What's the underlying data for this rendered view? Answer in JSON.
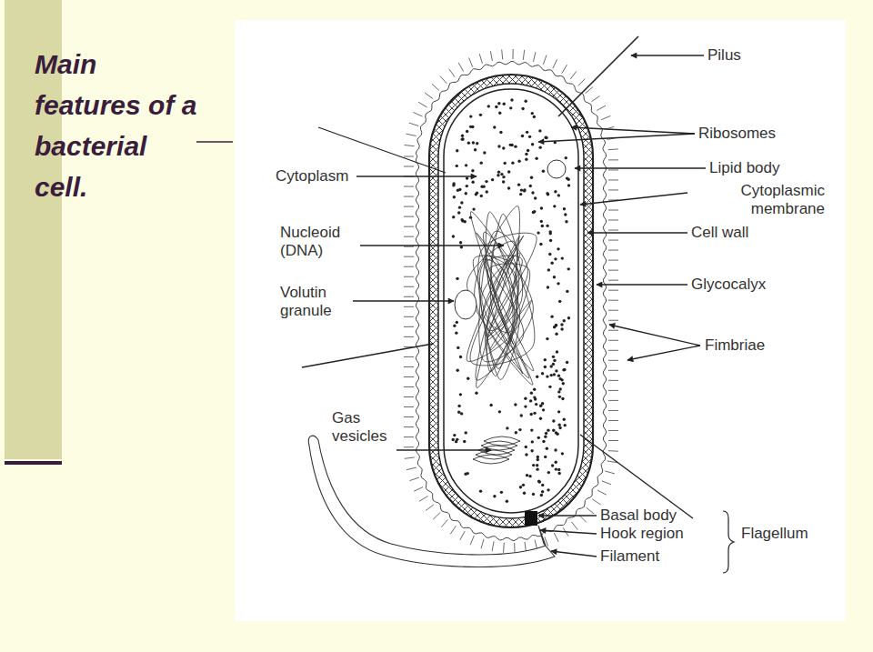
{
  "diagram": {
    "title": "Main features of a bacterial cell.",
    "labels": [
      "Pilus",
      "Ribosomes",
      "Lipid body",
      "Cytoplasmic membrane",
      "Cell wall",
      "Glycocalyx",
      "Fimbriae",
      "Cytoplasm",
      "Nucleoid (DNA)",
      "Volutin granule",
      "Gas vesicles",
      "Basal body",
      "Hook region",
      "Filament",
      "Flagellum"
    ]
  }
}
